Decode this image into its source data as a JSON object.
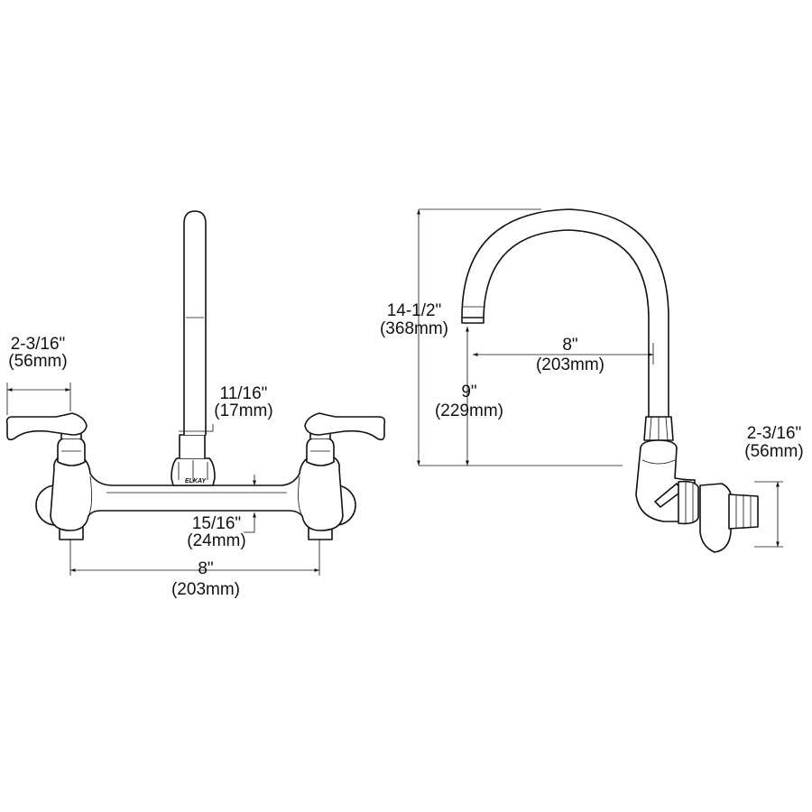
{
  "front_view": {
    "handle_reach": {
      "inch": "2-3/16\"",
      "mm": "(56mm)"
    },
    "spout_base": {
      "inch": "11/16\"",
      "mm": "(17mm)"
    },
    "body_height": {
      "inch": "15/16\"",
      "mm": "(24mm)"
    },
    "centers": {
      "inch": "8\"",
      "mm": "(203mm)"
    },
    "brand": "ELKAY"
  },
  "side_view": {
    "overall_height": {
      "inch": "14-1/2\"",
      "mm": "(368mm)"
    },
    "spout_reach": {
      "inch": "8\"",
      "mm": "(203mm)"
    },
    "spout_clearance": {
      "inch": "9\"",
      "mm": "(229mm)"
    },
    "supply_height": {
      "inch": "2-3/16\"",
      "mm": "(56mm)"
    }
  }
}
